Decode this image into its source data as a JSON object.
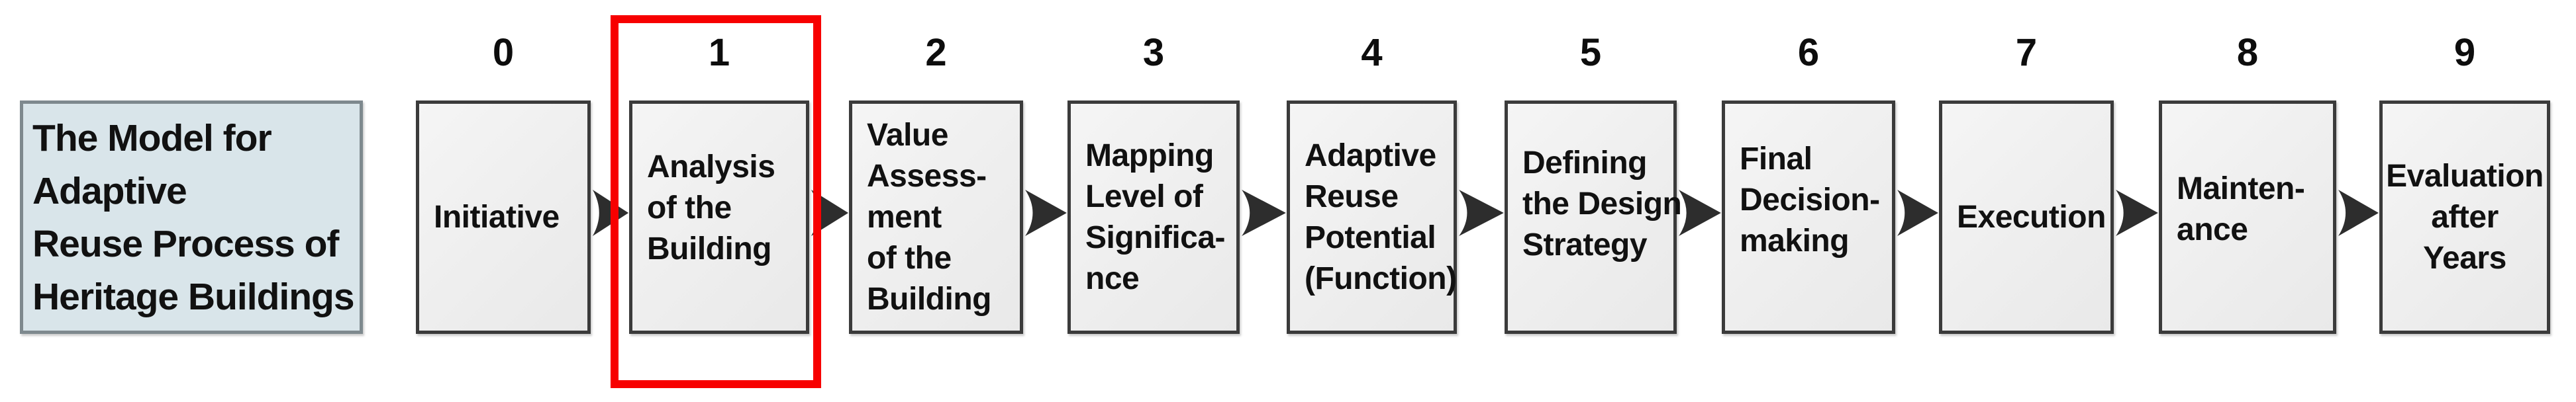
{
  "diagram_title": {
    "lines": [
      "The Model for",
      "Adaptive",
      "Reuse Process of",
      "Heritage Buildings"
    ]
  },
  "steps": [
    {
      "number": "0",
      "lines": [
        "Initiative"
      ]
    },
    {
      "number": "1",
      "lines": [
        "Analysis",
        "of the",
        "Building"
      ],
      "highlighted": true
    },
    {
      "number": "2",
      "lines": [
        "Value",
        "Assess-",
        "ment",
        "of the",
        "Building"
      ]
    },
    {
      "number": "3",
      "lines": [
        "Mapping",
        "Level of",
        "Significa-",
        "nce"
      ]
    },
    {
      "number": "4",
      "lines": [
        "Adaptive",
        "Reuse",
        "Potential",
        "(Function)"
      ]
    },
    {
      "number": "5",
      "lines": [
        "Defining",
        "the Design",
        "Strategy"
      ]
    },
    {
      "number": "6",
      "lines": [
        "Final",
        "Decision-",
        "making"
      ]
    },
    {
      "number": "7",
      "lines": [
        "Execution"
      ]
    },
    {
      "number": "8",
      "lines": [
        "Mainten-",
        "ance"
      ]
    },
    {
      "number": "9",
      "lines": [
        "Evaluation",
        "after",
        "Years"
      ],
      "text_align": "center"
    }
  ],
  "colors": {
    "background": "#ffffff",
    "highlight": "#f70000",
    "box_fill": "#efefef",
    "box_border": "#3b3b3b",
    "title_fill": "#d9e5ea",
    "title_border": "#7e898e",
    "arrow": "#2d2d2d",
    "text": "#111111"
  }
}
